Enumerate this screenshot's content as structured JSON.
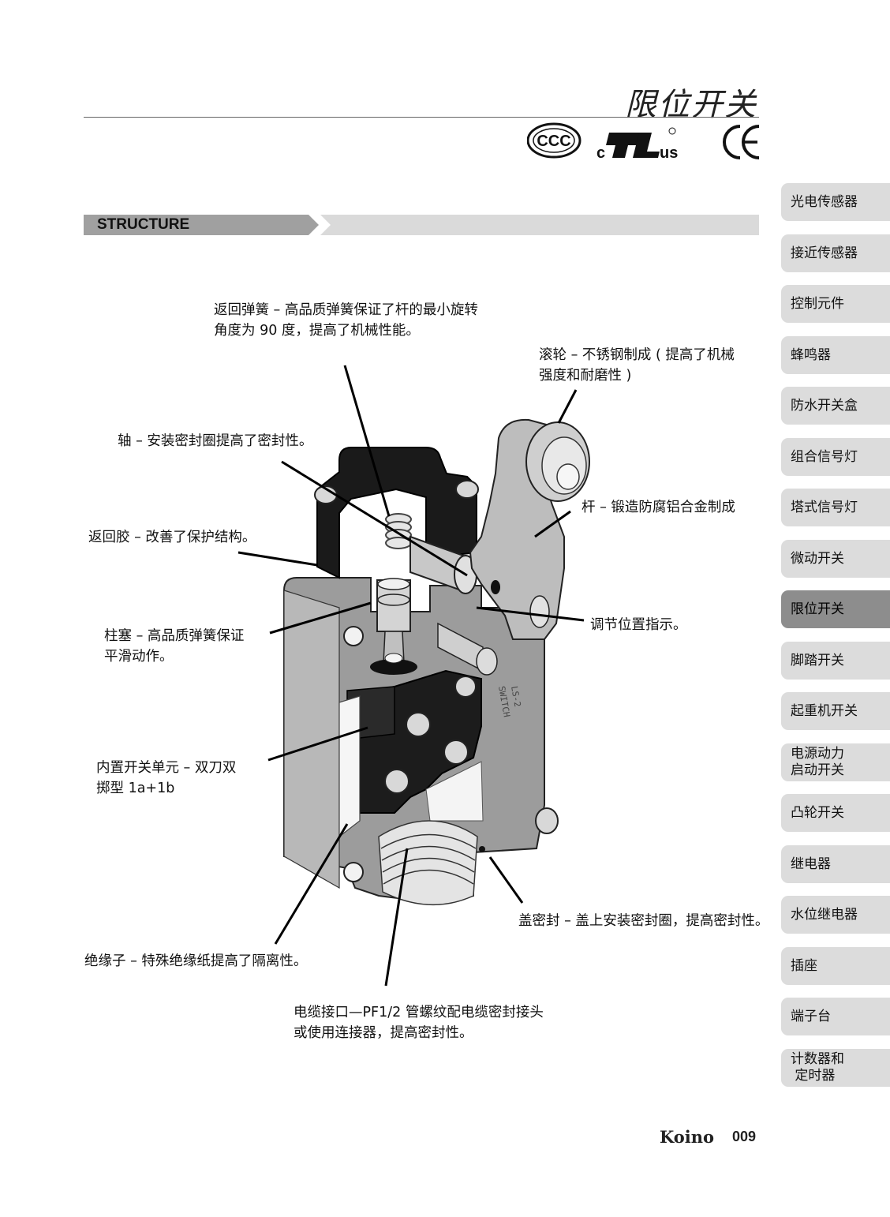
{
  "page_title": "限位开关",
  "certifications": {
    "ccc": "CCC",
    "ul_c": "c",
    "ul_us": "us",
    "ce": "CE"
  },
  "section_label": "STRUCTURE",
  "sidebar": [
    {
      "label": "光电传感器"
    },
    {
      "label": "接近传感器"
    },
    {
      "label": "控制元件"
    },
    {
      "label": "蜂鸣器"
    },
    {
      "label": "防水开关盒"
    },
    {
      "label": "组合信号灯"
    },
    {
      "label": "塔式信号灯"
    },
    {
      "label": "微动开关"
    },
    {
      "label": "限位开关",
      "active": true
    },
    {
      "label": "脚踏开关"
    },
    {
      "label": "起重机开关"
    },
    {
      "label": "电源动力\n启动开关"
    },
    {
      "label": "凸轮开关"
    },
    {
      "label": "继电器"
    },
    {
      "label": "水位继电器"
    },
    {
      "label": "插座"
    },
    {
      "label": "端子台"
    },
    {
      "label": "计数器和\n 定时器"
    }
  ],
  "callouts": {
    "return_spring": "返回弹簧 – 高品质弹簧保证了杆的最小旋转\n角度为 90 度，提高了机械性能。",
    "roller": "滚轮 – 不锈钢制成 ( 提高了机械\n强度和耐磨性 )",
    "shaft": "轴 – 安装密封圈提高了密封性。",
    "lever": "杆 – 锻造防腐铝合金制成",
    "return_rubber": "返回胶 – 改善了保护结构。",
    "plunger": "柱塞 – 高品质弹簧保证\n平滑动作。",
    "adjust": "调节位置指示。",
    "switch_unit": "内置开关单元 – 双刀双\n掷型 1a+1b",
    "cover_seal": "盖密封 – 盖上安装密封圈，提高密封性。",
    "insulator": "绝缘子 – 特殊绝缘纸提高了隔离性。",
    "cable_port": "电缆接口—PF1/2 管螺纹配电缆密封接头\n或使用连接器，提高密封性。"
  },
  "footer": {
    "brand": "Koino",
    "page_number": "009"
  }
}
